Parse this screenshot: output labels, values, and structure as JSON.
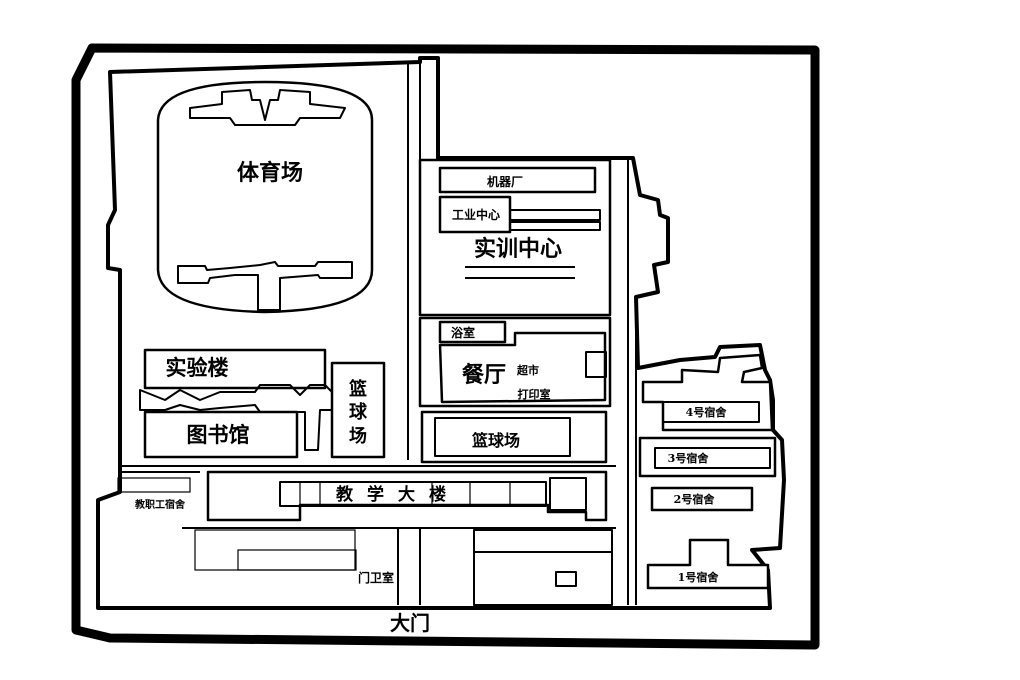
{
  "labels": {
    "stadium": "体育场",
    "machine_factory": "机器厂",
    "industry_center": "工业中心",
    "training_center": "实训中心",
    "bathroom": "浴室",
    "canteen": "餐厅",
    "supermarket": "超市",
    "print_room": "打印室",
    "lab_building": "实验楼",
    "library": "图书馆",
    "basketball_left": "篮球场",
    "basketball_right": "篮球场",
    "dorm_4": "4号宿舍",
    "dorm_3": "3号宿舍",
    "dorm_2": "2号宿舍",
    "dorm_1": "1号宿舍",
    "staff_dorm": "教职工宿舍",
    "teaching_building": "教学大楼",
    "guard_room": "门卫室",
    "main_gate": "大门"
  }
}
